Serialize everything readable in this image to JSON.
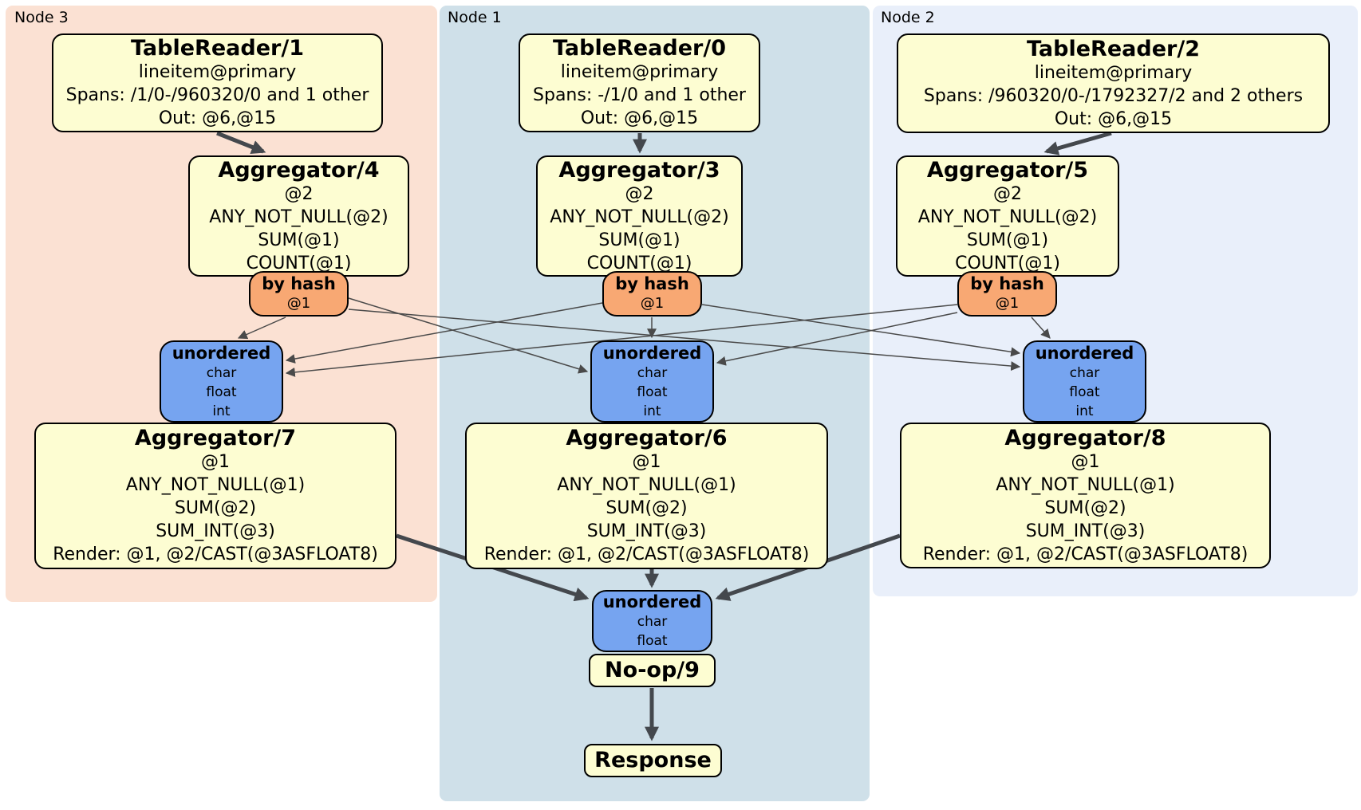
{
  "regions": {
    "node3": {
      "label": "Node 3"
    },
    "node1": {
      "label": "Node 1"
    },
    "node2": {
      "label": "Node 2"
    }
  },
  "colors": {
    "node3_bg": "#fbe1d3",
    "node1_bg": "#cfe0e9",
    "node2_bg": "#e9effa",
    "processor_bg": "#fdfdd2",
    "router_bg": "#f8a873",
    "sync_bg": "#76a4f0",
    "edge_thin": "#4a4a4a",
    "edge_thick": "#44484d"
  },
  "boxes": {
    "tr1": {
      "title": "TableReader/1",
      "lines": [
        "lineitem@primary",
        "Spans: /1/0-/960320/0 and 1 other",
        "Out: @6,@15"
      ]
    },
    "tr0": {
      "title": "TableReader/0",
      "lines": [
        "lineitem@primary",
        "Spans: -/1/0 and 1 other",
        "Out: @6,@15"
      ]
    },
    "tr2": {
      "title": "TableReader/2",
      "lines": [
        "lineitem@primary",
        "Spans: /960320/0-/1792327/2 and 2 others",
        "Out: @6,@15"
      ]
    },
    "agg4": {
      "title": "Aggregator/4",
      "lines": [
        "@2",
        "ANY_NOT_NULL(@2)",
        "SUM(@1)",
        "COUNT(@1)"
      ]
    },
    "agg3": {
      "title": "Aggregator/3",
      "lines": [
        "@2",
        "ANY_NOT_NULL(@2)",
        "SUM(@1)",
        "COUNT(@1)"
      ]
    },
    "agg5": {
      "title": "Aggregator/5",
      "lines": [
        "@2",
        "ANY_NOT_NULL(@2)",
        "SUM(@1)",
        "COUNT(@1)"
      ]
    },
    "router3": {
      "title": "by hash",
      "lines": [
        "@1"
      ]
    },
    "router1": {
      "title": "by hash",
      "lines": [
        "@1"
      ]
    },
    "router2": {
      "title": "by hash",
      "lines": [
        "@1"
      ]
    },
    "sync3": {
      "title": "unordered",
      "lines": [
        "char",
        "float",
        "int"
      ]
    },
    "sync1": {
      "title": "unordered",
      "lines": [
        "char",
        "float",
        "int"
      ]
    },
    "sync2": {
      "title": "unordered",
      "lines": [
        "char",
        "float",
        "int"
      ]
    },
    "agg7": {
      "title": "Aggregator/7",
      "lines": [
        "@1",
        "ANY_NOT_NULL(@1)",
        "SUM(@2)",
        "SUM_INT(@3)",
        "Render: @1, @2/CAST(@3ASFLOAT8)"
      ]
    },
    "agg6": {
      "title": "Aggregator/6",
      "lines": [
        "@1",
        "ANY_NOT_NULL(@1)",
        "SUM(@2)",
        "SUM_INT(@3)",
        "Render: @1, @2/CAST(@3ASFLOAT8)"
      ]
    },
    "agg8": {
      "title": "Aggregator/8",
      "lines": [
        "@1",
        "ANY_NOT_NULL(@1)",
        "SUM(@2)",
        "SUM_INT(@3)",
        "Render: @1, @2/CAST(@3ASFLOAT8)"
      ]
    },
    "syncF": {
      "title": "unordered",
      "lines": [
        "char",
        "float"
      ]
    },
    "noop": {
      "title": "No-op/9"
    },
    "response": {
      "title": "Response"
    }
  }
}
